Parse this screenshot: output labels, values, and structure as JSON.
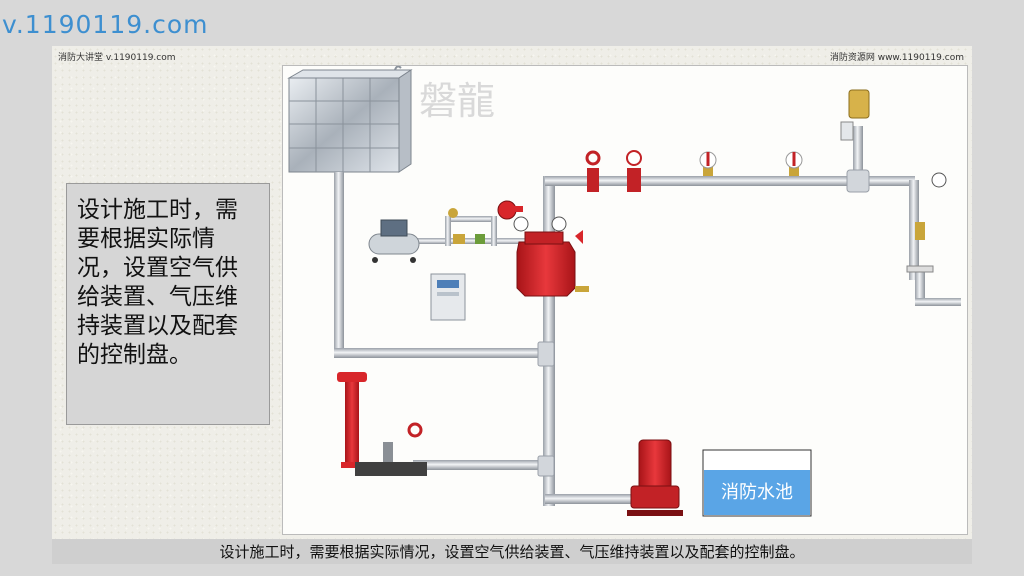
{
  "header": {
    "site_url": "v.1190119.com"
  },
  "slide": {
    "left_label": "消防大讲堂 v.1190119.com",
    "right_label": "消防资源网 www.1190119.com",
    "watermark": "磐龍",
    "text_box": "设计施工时，需要根据实际情况，设置空气供给装置、气压维持装置以及配套的控制盘。",
    "pool_label": "消防水池"
  },
  "caption": {
    "text": "设计施工时，需要根据实际情况，设置空气供给装置、气压维持装置以及配套的控制盘。"
  },
  "colors": {
    "pipe": "#c8ccd2",
    "valve_red": "#d8262a",
    "pool_blue": "#5aa5e6",
    "url_blue": "#3d8fd0"
  }
}
